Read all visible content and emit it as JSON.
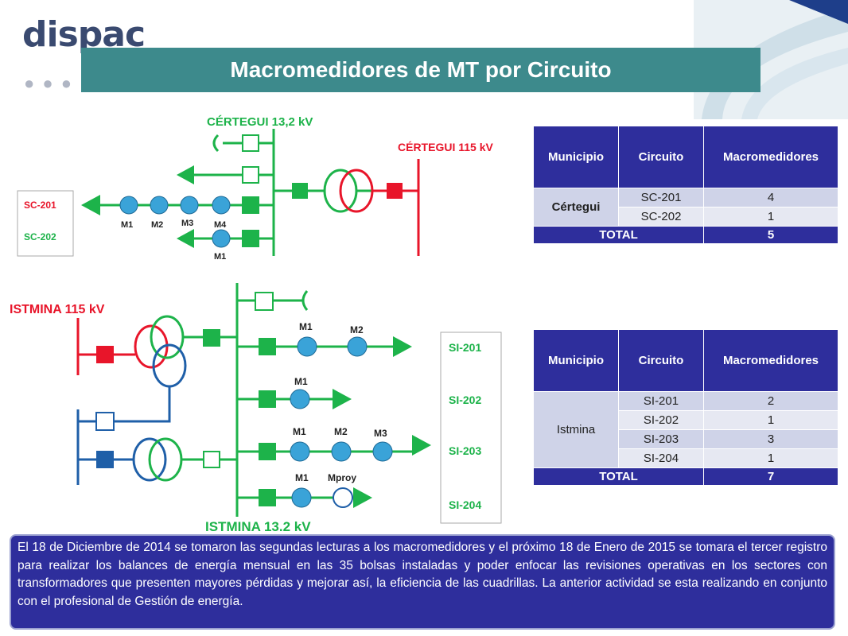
{
  "header": {
    "logo_text": "dispac",
    "title": "Macromedidores de MT por Circuito"
  },
  "diagram_top": {
    "bus_mt_label": "CÉRTEGUI 13,2 kV",
    "bus_at_label": "CÉRTEGUI 115 kV",
    "legend": [
      "SC-201",
      "SC-202"
    ],
    "meter_labels_row1": [
      "M1",
      "M2",
      "M3",
      "M4"
    ],
    "meter_labels_row2": [
      "M1"
    ]
  },
  "diagram_bottom": {
    "bus_at_label": "ISTMINA 115 kV",
    "bus_mt_label": "ISTMINA 13.2 kV",
    "legend": [
      "SI-201",
      "SI-202",
      "SI-203",
      "SI-204"
    ],
    "row1_meters": [
      "M1",
      "M2"
    ],
    "row2_meters": [
      "M1"
    ],
    "row3_meters": [
      "M1",
      "M2",
      "M3"
    ],
    "row4_meters": [
      "M1",
      "Mproy"
    ]
  },
  "table_certegui": {
    "headers": [
      "Municipio",
      "Circuito",
      "Macromedidores"
    ],
    "municipio": "Cértegui",
    "rows": [
      {
        "circuito": "SC-201",
        "count": "4"
      },
      {
        "circuito": "SC-202",
        "count": "1"
      }
    ],
    "total_label": "TOTAL",
    "total_value": "5"
  },
  "table_istmina": {
    "headers": [
      "Municipio",
      "Circuito",
      "Macromedidores"
    ],
    "municipio": "Istmina",
    "rows": [
      {
        "circuito": "SI-201",
        "count": "2"
      },
      {
        "circuito": "SI-202",
        "count": "1"
      },
      {
        "circuito": "SI-203",
        "count": "3"
      },
      {
        "circuito": "SI-204",
        "count": "1"
      }
    ],
    "total_label": "TOTAL",
    "total_value": "7"
  },
  "note": "El 18 de Diciembre de 2014 se tomaron las segundas lecturas a los macromedidores y el próximo 18 de Enero de 2015 se tomara el tercer registro para realizar los balances de energía mensual en las 35 bolsas instaladas y poder enfocar las revisiones operativas en los sectores con transformadores que presenten mayores pérdidas y mejorar así, la eficiencia de las cuadrillas. La anterior actividad se esta realizando en conjunto con el profesional de Gestión de energía.",
  "colors": {
    "green": "#1db34a",
    "red": "#e8152a",
    "blue": "#1f5fa8",
    "meter": "#3aa3d8",
    "header_blue": "#2e2e9c",
    "title_teal": "#3d8a8c"
  }
}
